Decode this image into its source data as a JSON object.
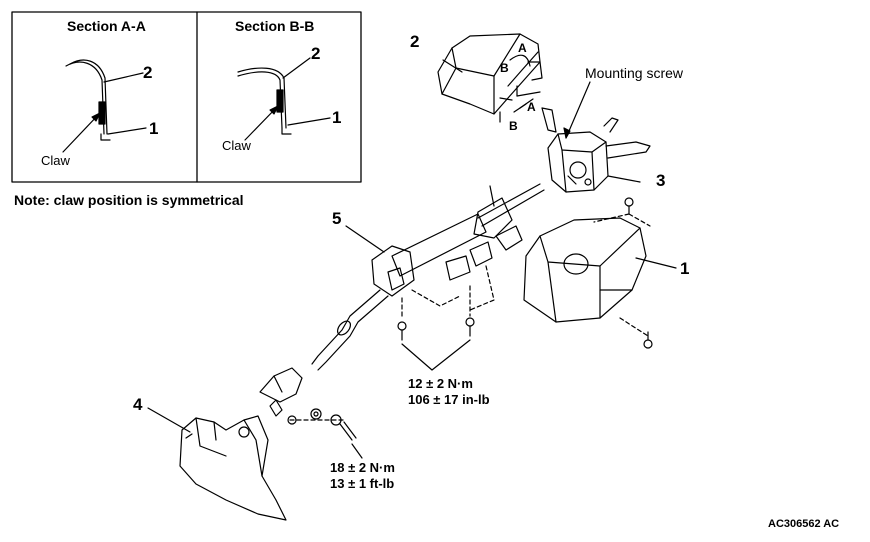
{
  "sections": {
    "a": {
      "title": "Section A-A",
      "callout_top": "2",
      "callout_bottom": "1",
      "claw_label": "Claw"
    },
    "b": {
      "title": "Section B-B",
      "callout_top": "2",
      "callout_bottom": "1",
      "claw_label": "Claw"
    }
  },
  "note": "Note: claw position is symmetrical",
  "callouts": {
    "upper_cover": "2",
    "switch": "3",
    "lower_cover": "1",
    "column": "5",
    "dust_cover": "4"
  },
  "section_markers": {
    "a1": "A",
    "b1": "B",
    "a2": "A",
    "b2": "B"
  },
  "mounting_screw": "Mounting screw",
  "torque_column": {
    "line1": "12 ± 2 N·m",
    "line2": "106 ± 17 in-lb"
  },
  "torque_joint": {
    "line1": "18 ± 2 N·m",
    "line2": "13 ± 1 ft-lb"
  },
  "figure_code": "AC306562 AC"
}
